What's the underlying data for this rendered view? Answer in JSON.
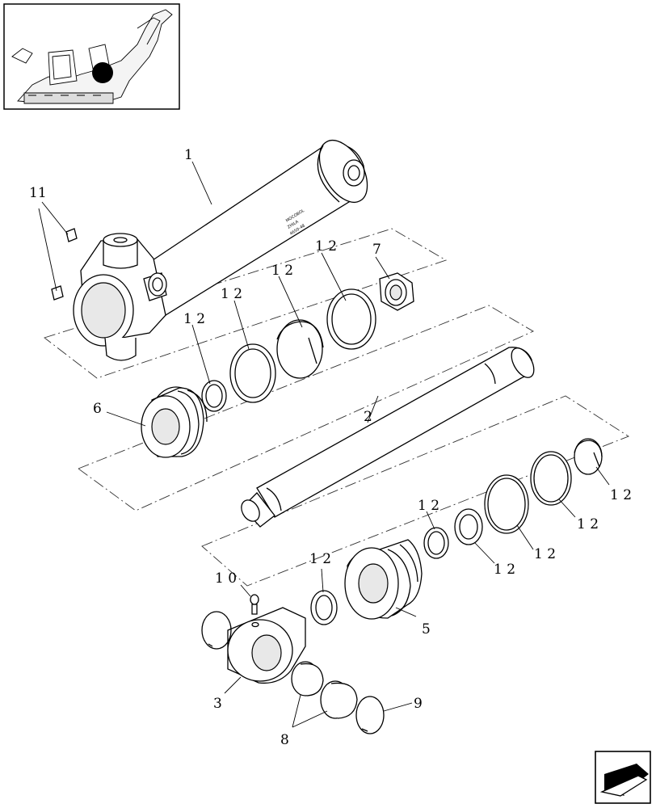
{
  "labels": {
    "p1": "1",
    "p2": "2",
    "p3": "3",
    "p5": "5",
    "p6": "6",
    "p7": "7",
    "p8": "8",
    "p9": "9",
    "p10": "1 0",
    "p11": "11",
    "p12": "1 2"
  },
  "cylinder_text": [
    "MOCOBOL",
    "ZHILA",
    "4650-48"
  ],
  "icons": {
    "overview": "machine-locator-thumbnail",
    "nav": "previous-page-arrow-icon"
  }
}
